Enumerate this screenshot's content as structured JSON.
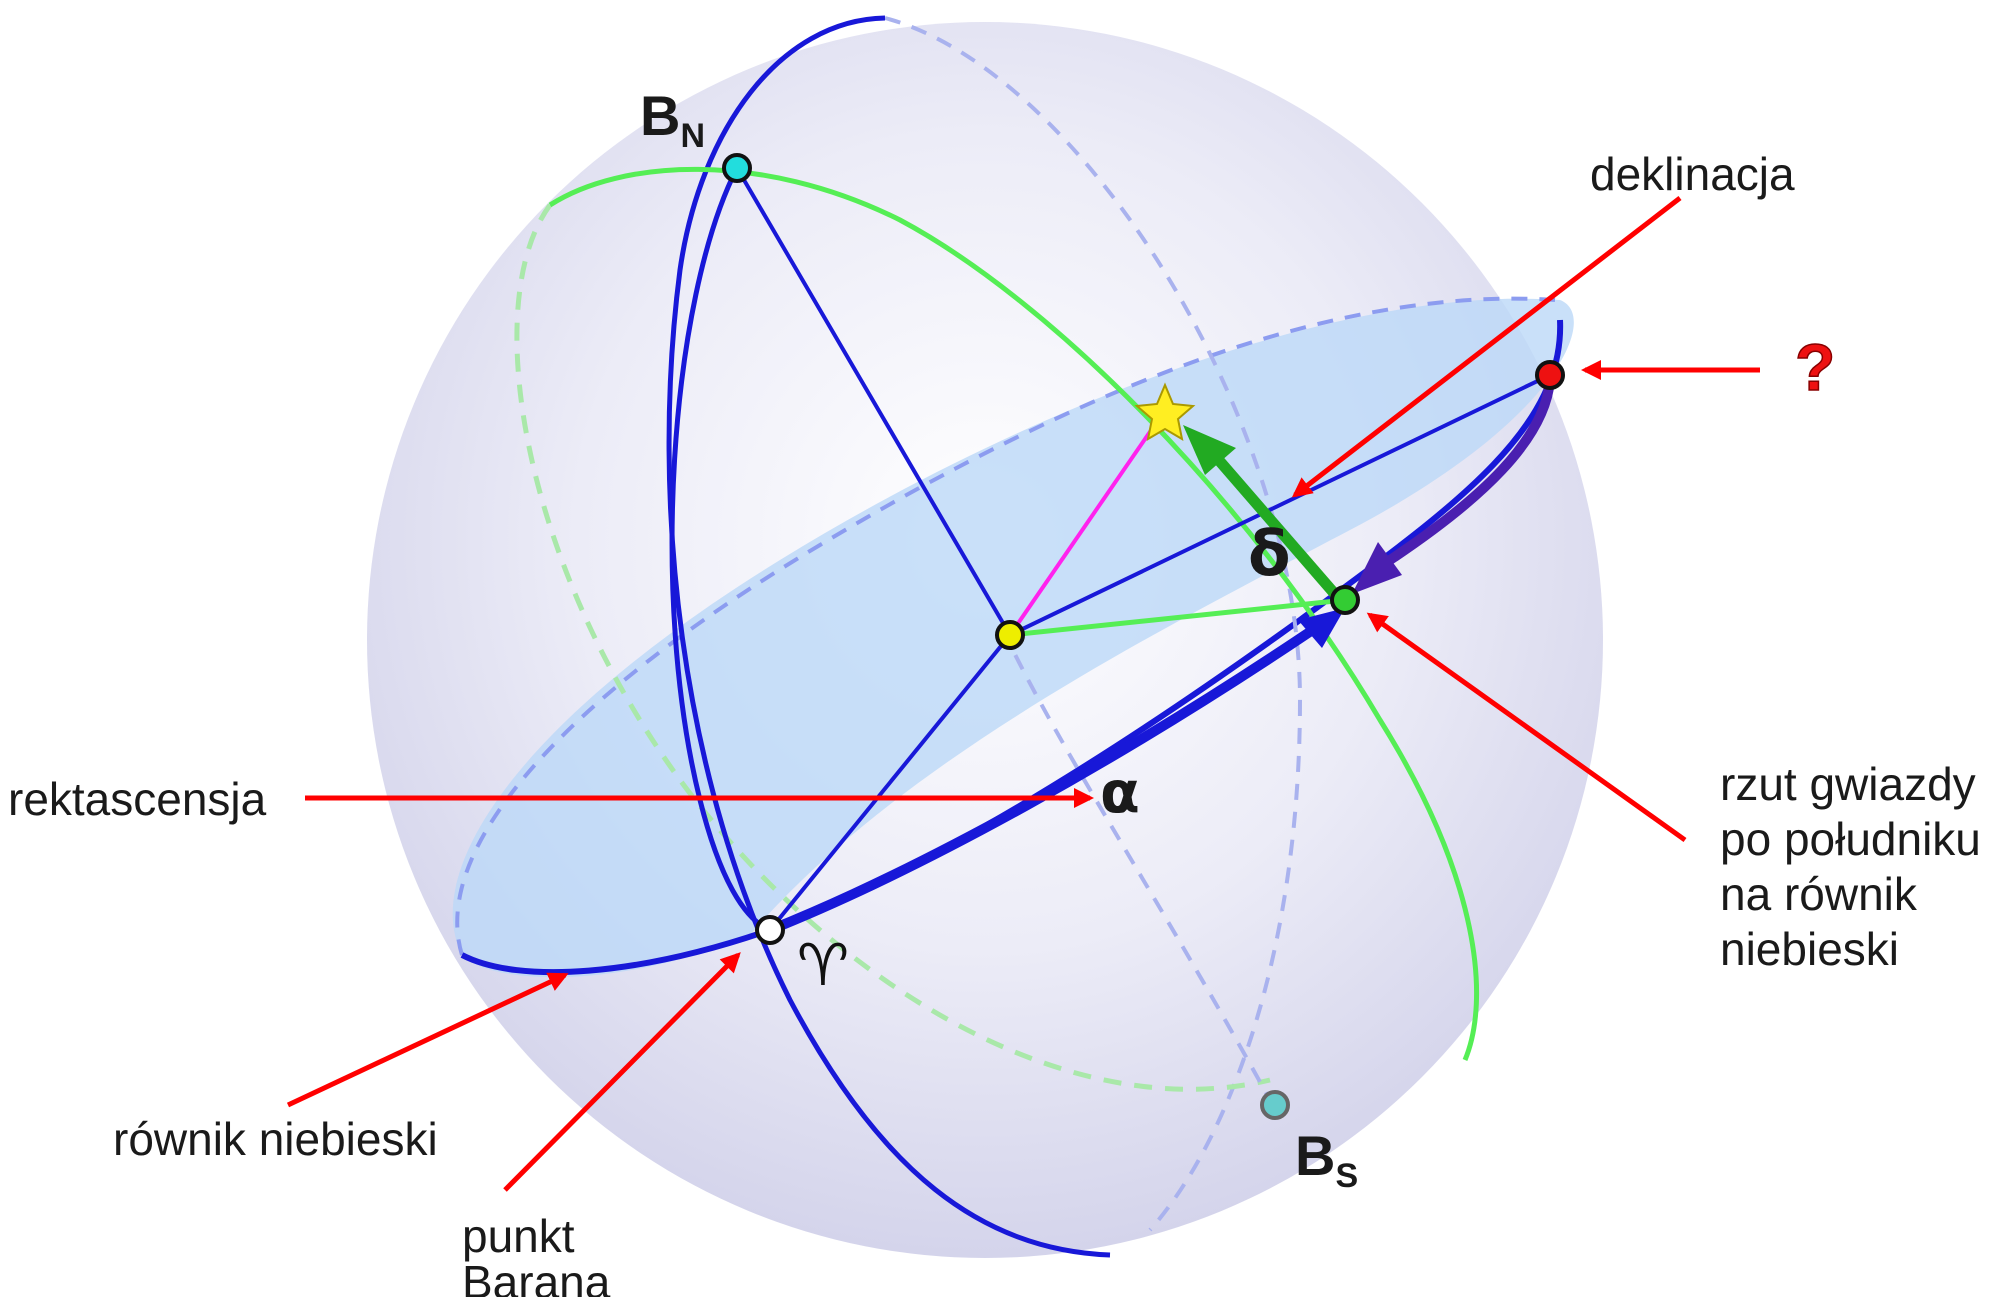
{
  "diagram": {
    "poles": {
      "north": "B",
      "north_sub": "N",
      "south": "B",
      "south_sub": "S"
    },
    "symbols": {
      "alpha": "α",
      "delta": "δ",
      "vernal": "♈",
      "question": "?"
    },
    "labels": {
      "deklinacja": "deklinacja",
      "rektascensja": "rektascensja",
      "rownik": "równik niebieski",
      "punkt_line1": "punkt",
      "punkt_line2": "Barana",
      "rzut_line1": "rzut gwiazdy",
      "rzut_line2": "po południku",
      "rzut_line3": "na równik",
      "rzut_line4": "niebieski"
    },
    "colors": {
      "sphere": "#dcdcf0",
      "equator_fill": "#bcd8f8",
      "meridian_blue": "#1818d8",
      "green_circle": "#55ee55",
      "arrow_red": "#ff0000",
      "declination_green": "#22aa22",
      "hour_purple": "#4a1fb0",
      "radius_magenta": "#ff22ee",
      "star": "#ffee22"
    }
  }
}
